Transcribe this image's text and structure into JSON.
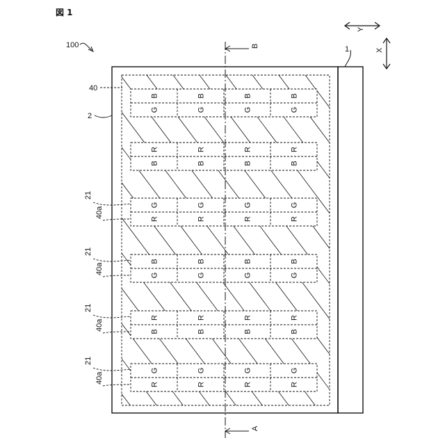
{
  "figure_label": "図 1",
  "refs": {
    "device": "100",
    "panel": "1",
    "substrate": "2",
    "region": "40",
    "section_top": "B",
    "section_bottom": "A"
  },
  "axes": {
    "horizontal": "Y",
    "vertical": "X"
  },
  "row_labels": {
    "pixel": "21",
    "pixel_region": "40a"
  },
  "rows": [
    {
      "top": [
        "G",
        "B"
      ],
      "bottom": null
    },
    {
      "top": [
        "B",
        "R"
      ],
      "bottom": null
    },
    {
      "top": [
        "R",
        "G"
      ],
      "bottom": null
    },
    {
      "top": [
        "G",
        "B"
      ],
      "bottom": null
    },
    {
      "top": [
        "B",
        "R"
      ],
      "bottom": null
    },
    {
      "top": [
        "R",
        "G"
      ],
      "bottom": null
    }
  ],
  "columns": 4,
  "labeled_groups": [
    2,
    3,
    4,
    5
  ]
}
